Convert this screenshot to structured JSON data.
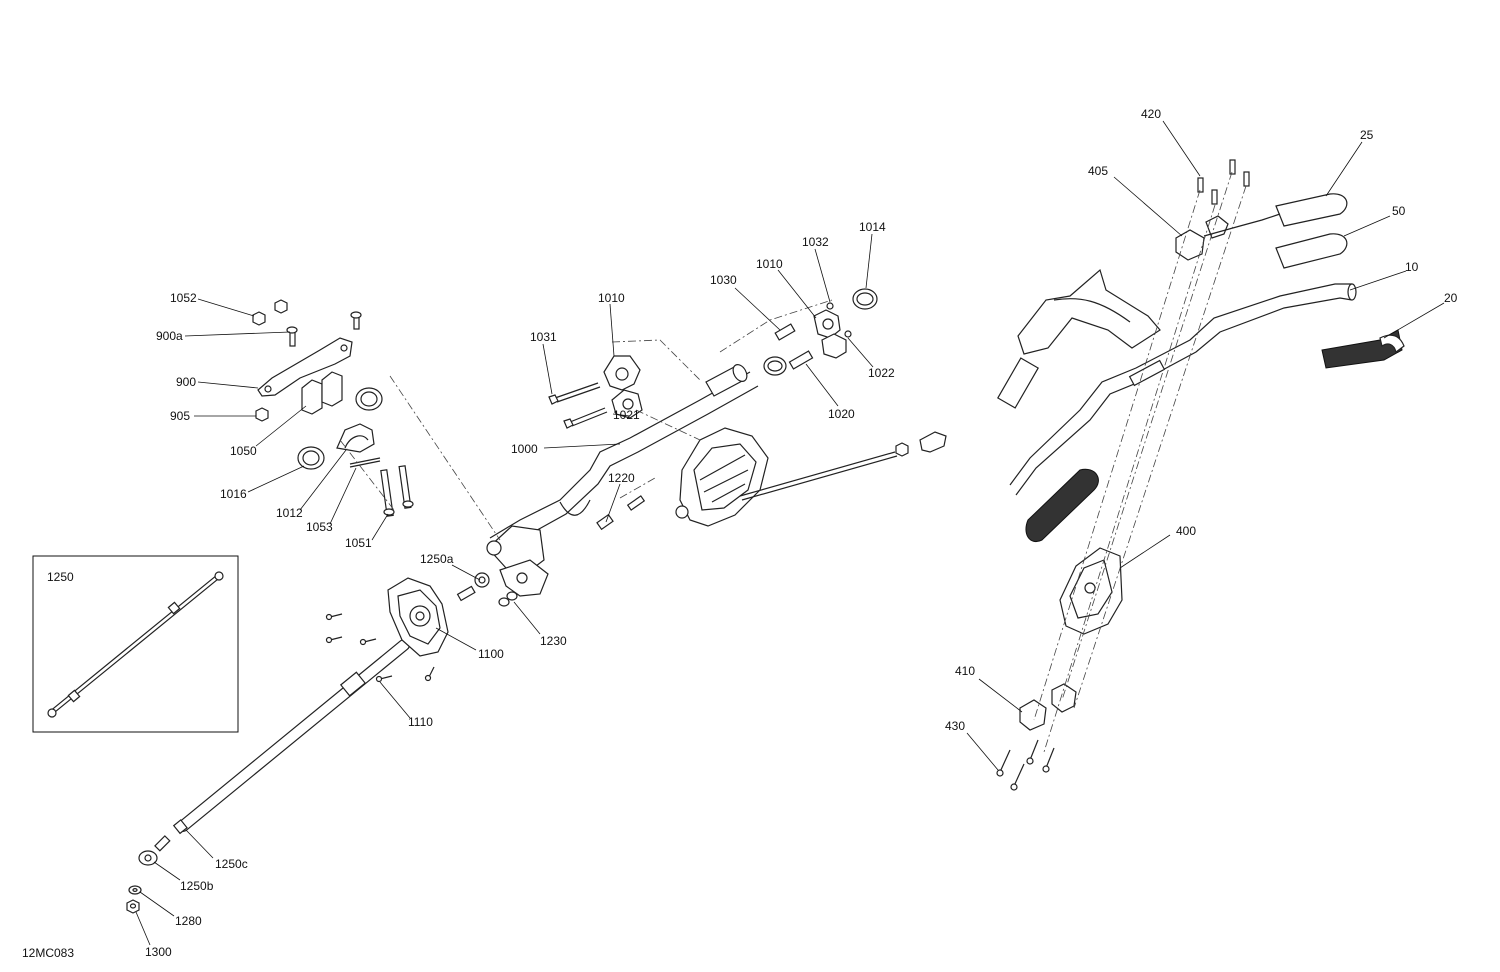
{
  "diagram_code": "12MC083",
  "inset_label": "1250",
  "callouts": {
    "c420": "420",
    "c25": "25",
    "c405": "405",
    "c50": "50",
    "c10": "10",
    "c20": "20",
    "c1014": "1014",
    "c1032": "1032",
    "c1010b": "1010",
    "c1030": "1030",
    "c1010": "1010",
    "c1031": "1031",
    "c1022": "1022",
    "c1021": "1021",
    "c1020": "1020",
    "c1000": "1000",
    "c1052": "1052",
    "c900a": "900a",
    "c900": "900",
    "c905": "905",
    "c1050": "1050",
    "c1016": "1016",
    "c1012": "1012",
    "c1053": "1053",
    "c1051": "1051",
    "c1220": "1220",
    "c1250a": "1250a",
    "c1230": "1230",
    "c1100": "1100",
    "c1110": "1110",
    "c400": "400",
    "c410": "410",
    "c430": "430",
    "c1250c": "1250c",
    "c1250b": "1250b",
    "c1280": "1280",
    "c1300": "1300"
  }
}
